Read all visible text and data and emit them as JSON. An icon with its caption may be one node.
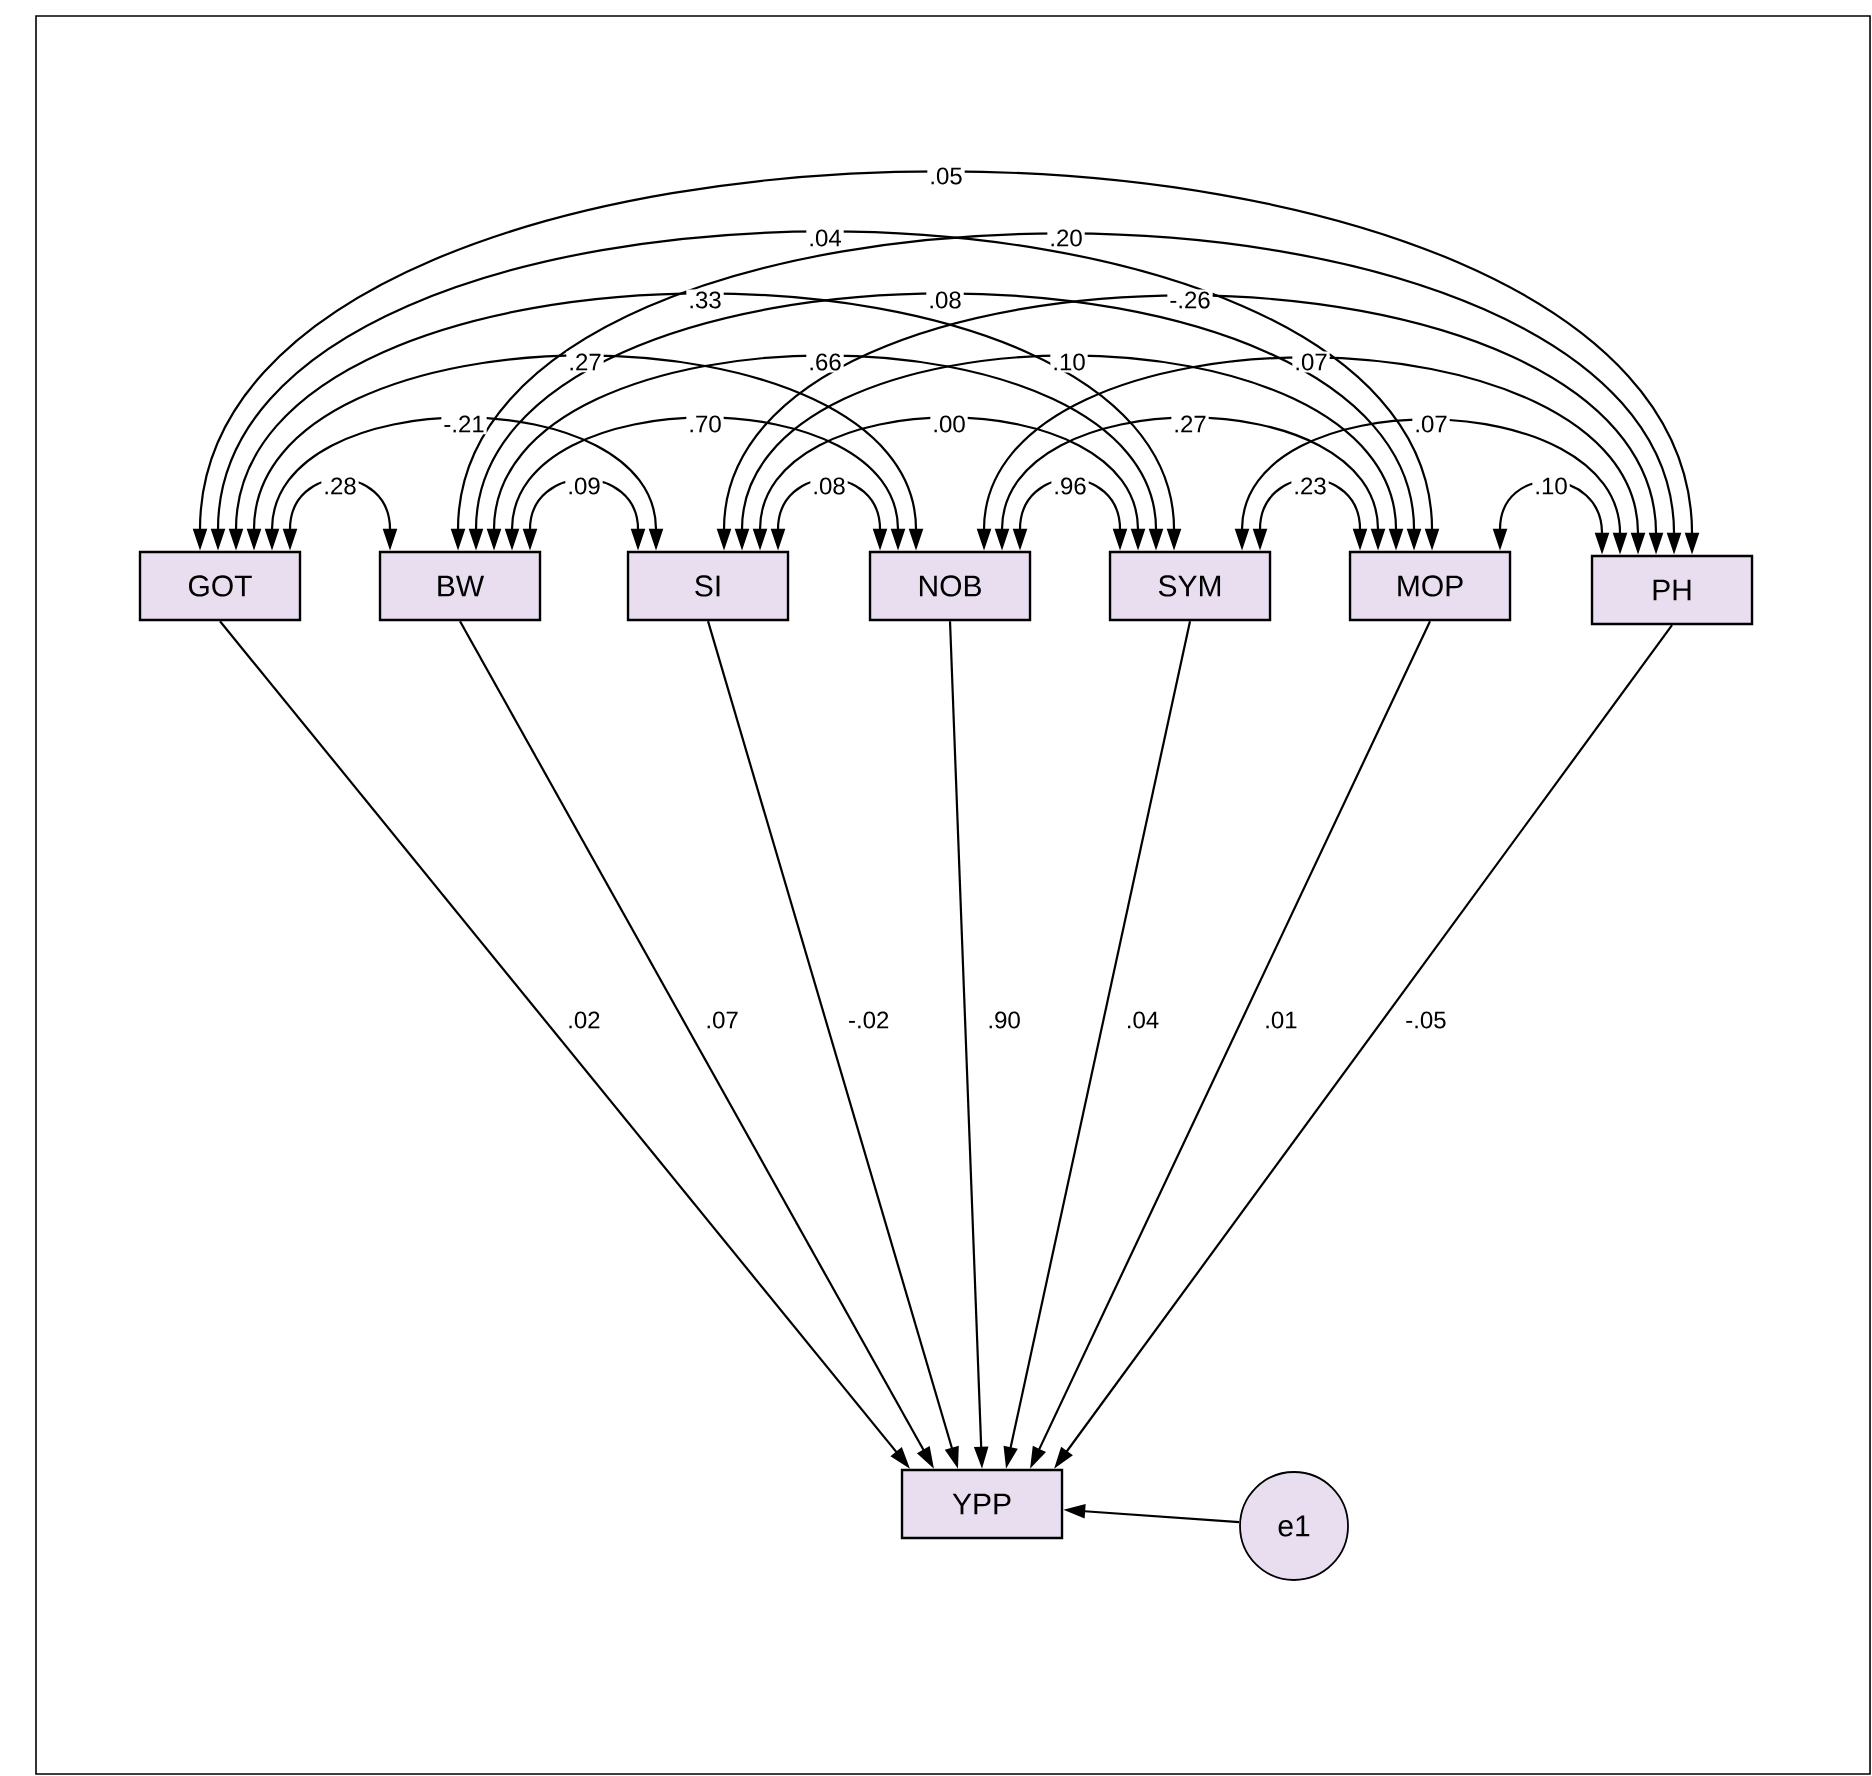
{
  "diagram": {
    "nodes": [
      {
        "text": [
          "GOT"
        ]
      },
      {
        "text": [
          "BW"
        ]
      },
      {
        "text": [
          "SI"
        ]
      },
      {
        "text": [
          "NOB"
        ]
      },
      {
        "text": [
          "SYM"
        ]
      },
      {
        "text": [
          "MOP"
        ]
      },
      {
        "text": [
          "PH"
        ]
      },
      {
        "text": [
          "YPP"
        ]
      },
      {
        "text": [
          "e1"
        ]
      }
    ],
    "edges": [
      {
        "from": 0,
        "to": 1,
        "arrow": "both",
        "label": ".28"
      },
      {
        "from": 1,
        "to": 2,
        "arrow": "both",
        "label": ".09"
      },
      {
        "from": 2,
        "to": 3,
        "arrow": "both",
        "label": ".08"
      },
      {
        "from": 3,
        "to": 4,
        "arrow": "both",
        "label": ".96"
      },
      {
        "from": 4,
        "to": 5,
        "arrow": "both",
        "label": ".23"
      },
      {
        "from": 5,
        "to": 6,
        "arrow": "both",
        "label": ".10"
      },
      {
        "from": 0,
        "to": 2,
        "arrow": "both",
        "label": "-.21"
      },
      {
        "from": 1,
        "to": 3,
        "arrow": "both",
        "label": ".70"
      },
      {
        "from": 2,
        "to": 4,
        "arrow": "both",
        "label": ".00"
      },
      {
        "from": 3,
        "to": 5,
        "arrow": "both",
        "label": ".27"
      },
      {
        "from": 4,
        "to": 6,
        "arrow": "both",
        "label": ".07"
      },
      {
        "from": 0,
        "to": 3,
        "arrow": "both",
        "label": ".27"
      },
      {
        "from": 1,
        "to": 4,
        "arrow": "both",
        "label": ".66"
      },
      {
        "from": 2,
        "to": 5,
        "arrow": "both",
        "label": ".10"
      },
      {
        "from": 3,
        "to": 6,
        "arrow": "both",
        "label": ".07"
      },
      {
        "from": 0,
        "to": 4,
        "arrow": "both",
        "label": ".33"
      },
      {
        "from": 1,
        "to": 5,
        "arrow": "both",
        "label": ".08"
      },
      {
        "from": 2,
        "to": 6,
        "arrow": "both",
        "label": "-.26"
      },
      {
        "from": 0,
        "to": 5,
        "arrow": "both",
        "label": ".04"
      },
      {
        "from": 1,
        "to": 6,
        "arrow": "both",
        "label": ".20"
      },
      {
        "from": 0,
        "to": 6,
        "arrow": "both",
        "label": ".05"
      },
      {
        "from": 0,
        "to": 7,
        "arrow": "to",
        "label": ".02"
      },
      {
        "from": 1,
        "to": 7,
        "arrow": "to",
        "label": ".07"
      },
      {
        "from": 2,
        "to": 7,
        "arrow": "to",
        "label": "-.02"
      },
      {
        "from": 3,
        "to": 7,
        "arrow": "to",
        "label": ".90"
      },
      {
        "from": 4,
        "to": 7,
        "arrow": "to",
        "label": ".04"
      },
      {
        "from": 5,
        "to": 7,
        "arrow": "to",
        "label": ".01"
      },
      {
        "from": 6,
        "to": 7,
        "arrow": "to",
        "label": "-.05"
      },
      {
        "from": 8,
        "to": 7,
        "arrow": "to"
      }
    ]
  }
}
